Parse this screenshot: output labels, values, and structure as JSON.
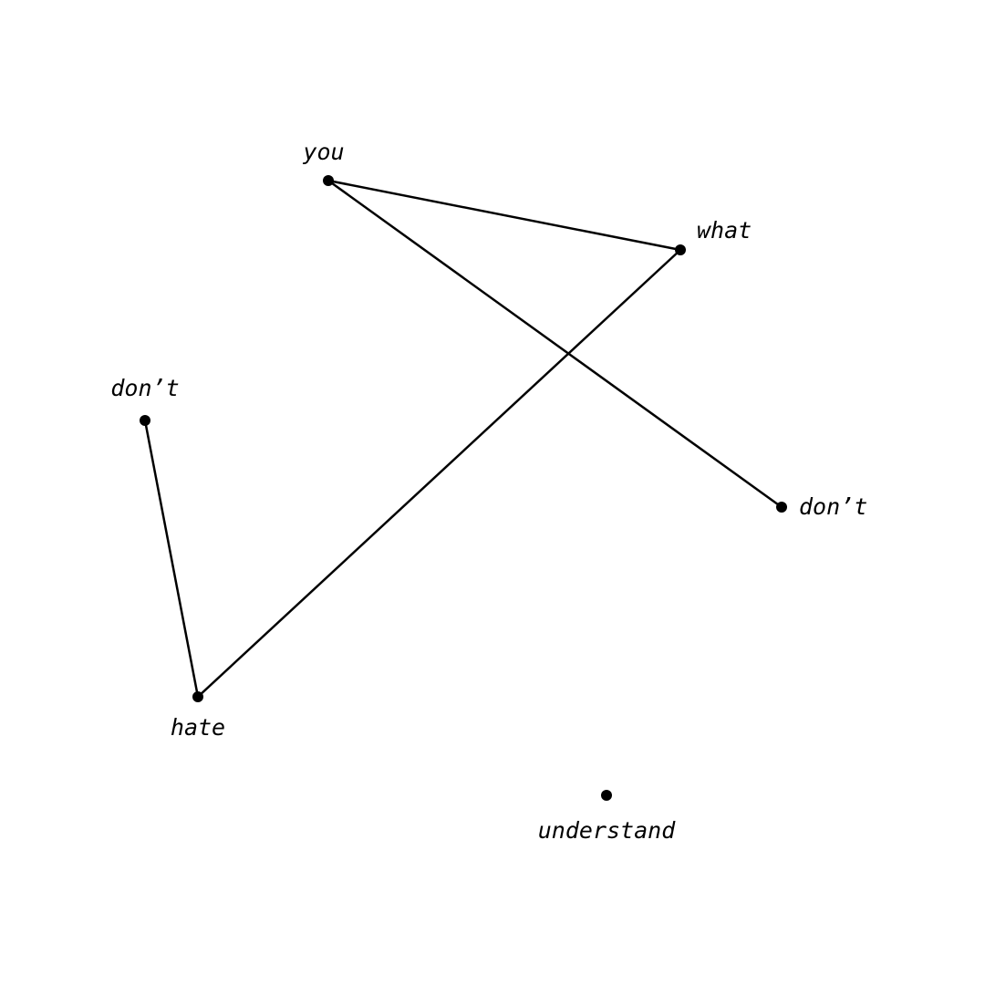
{
  "diagram": {
    "nodes": [
      {
        "id": "you",
        "label": "you"
      },
      {
        "id": "what",
        "label": "what"
      },
      {
        "id": "dont_left",
        "label": "don’t"
      },
      {
        "id": "dont_right",
        "label": "don’t"
      },
      {
        "id": "hate",
        "label": "hate"
      },
      {
        "id": "understand",
        "label": "understand"
      }
    ],
    "edges": [
      {
        "from": "you",
        "to": "what"
      },
      {
        "from": "you",
        "to": "dont_right"
      },
      {
        "from": "what",
        "to": "hate"
      },
      {
        "from": "dont_left",
        "to": "hate"
      }
    ]
  }
}
